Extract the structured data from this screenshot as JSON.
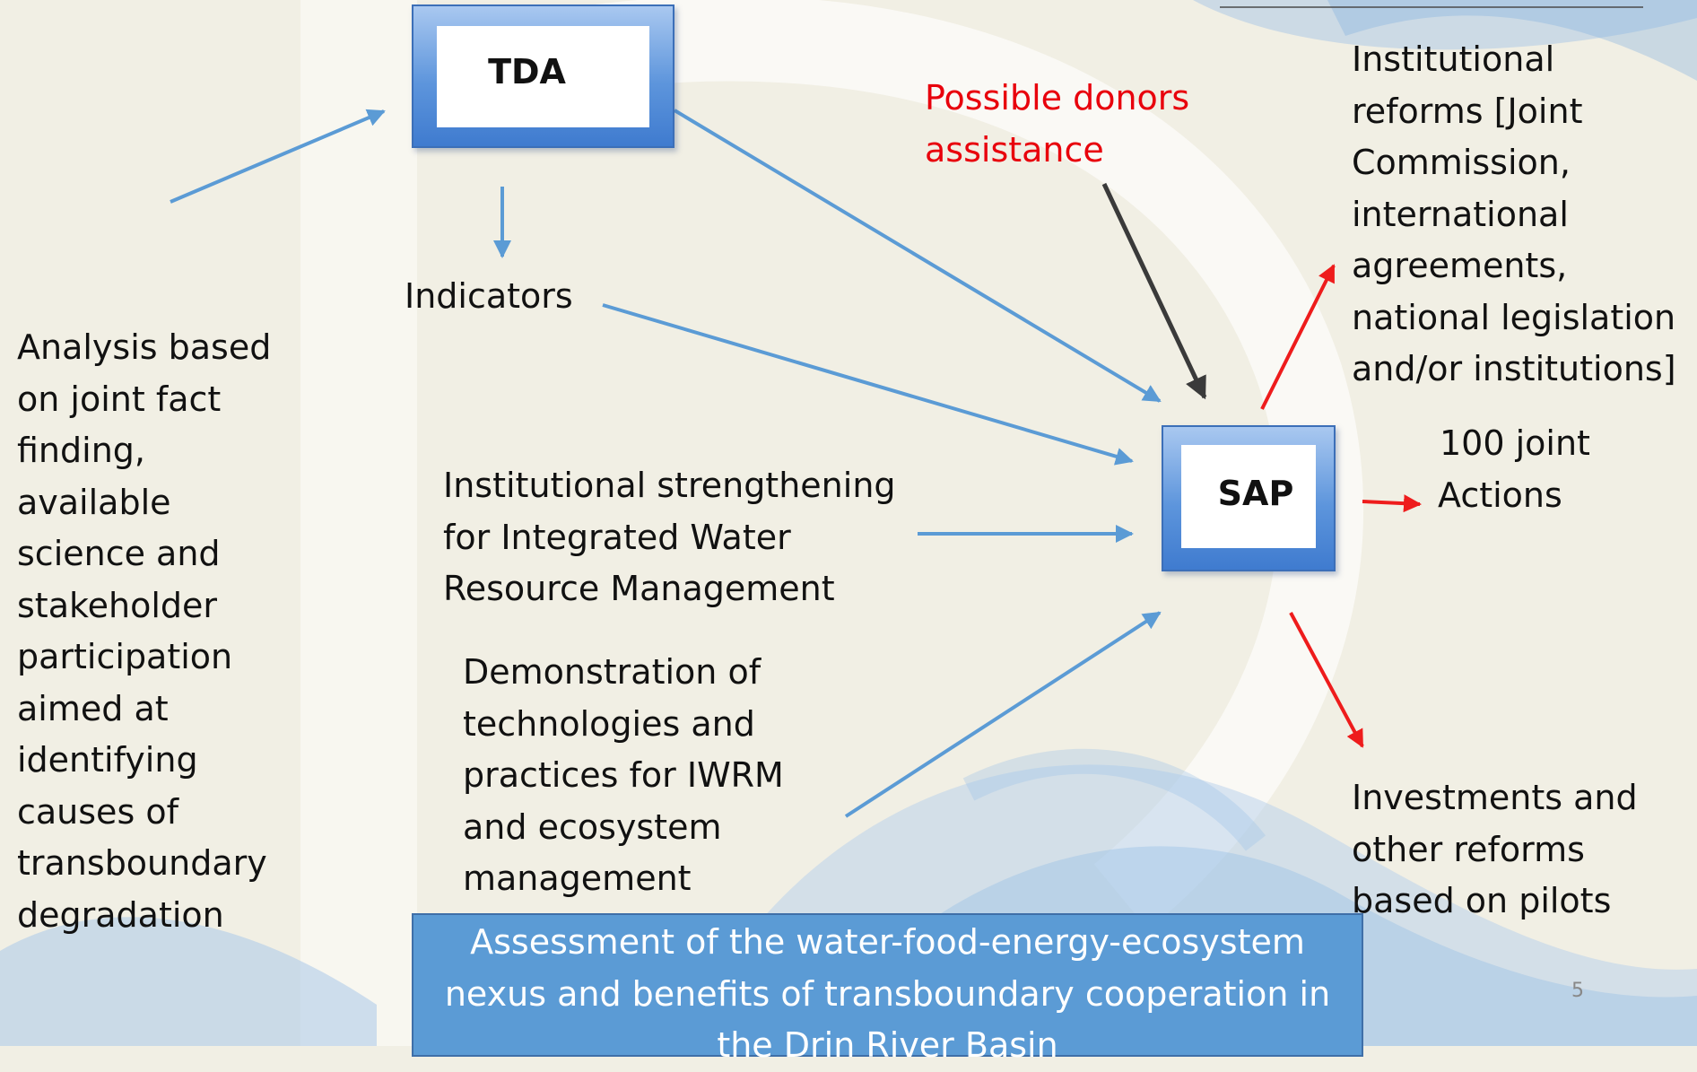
{
  "nodes": {
    "tda": "TDA",
    "sap": "SAP"
  },
  "labels": {
    "indicators": "Indicators",
    "donors": [
      "Possible donors",
      "assistance"
    ],
    "analysis": [
      "Analysis based",
      "on joint fact",
      "finding,",
      "available",
      "science and",
      "stakeholder",
      "participation",
      "aimed at",
      "identifying",
      "causes of",
      "transboundary",
      "degradation"
    ],
    "institutional_strengthening": [
      "Institutional strengthening",
      "for Integrated Water",
      "Resource Management"
    ],
    "demonstration": [
      "Demonstration of",
      "technologies and",
      "practices for IWRM",
      "and ecosystem",
      "management"
    ],
    "institutional_reforms": [
      "Institutional",
      "reforms [Joint",
      "Commission,",
      "international",
      "agreements,",
      "national legislation",
      "and/or institutions]"
    ],
    "joint_actions": [
      "100 joint",
      "Actions"
    ],
    "investments": [
      "Investments and",
      "other reforms",
      "based on pilots"
    ]
  },
  "banner": [
    "Assessment of the water-food-energy-ecosystem",
    "nexus and benefits of transboundary cooperation in",
    "the Drin River Basin"
  ],
  "page_number": "5",
  "colors": {
    "blue_arrow": "#5b9bd5",
    "red_arrow": "#ee1c1c",
    "dark_arrow": "#3a3a3a",
    "red_text": "#e8000c",
    "banner_fill": "#5b9bd5"
  }
}
